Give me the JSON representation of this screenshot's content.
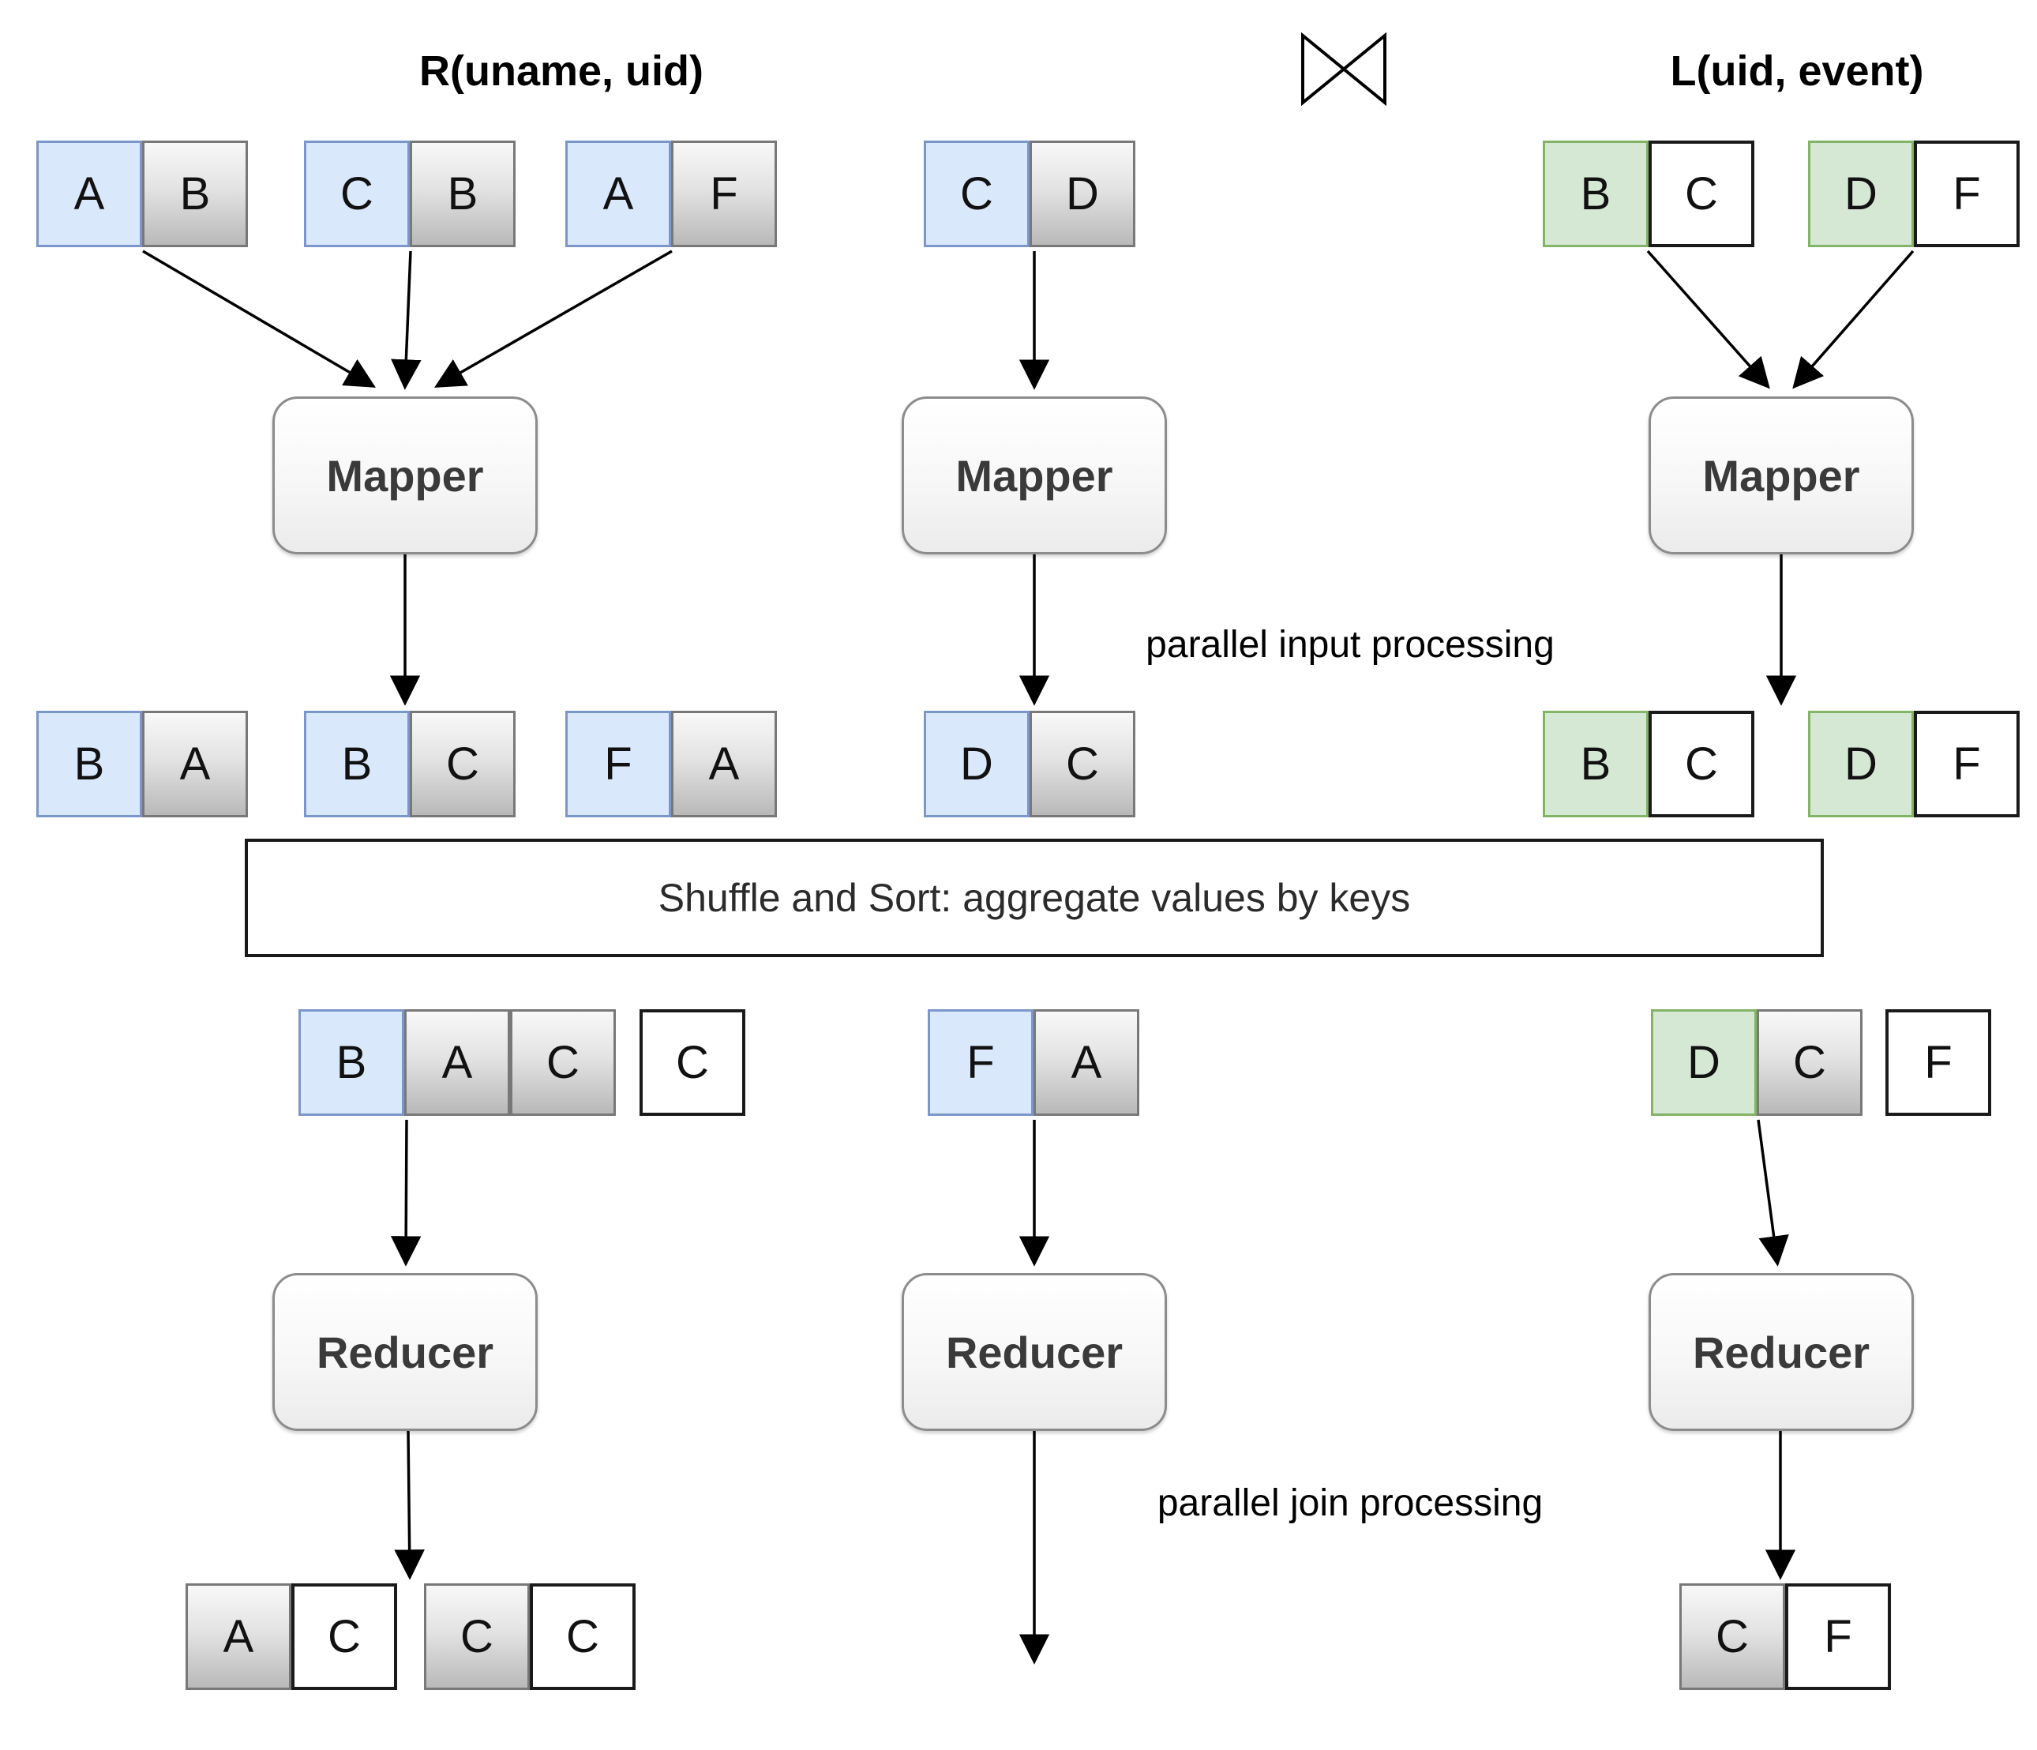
{
  "titles": {
    "left_relation": "R(uname, uid)",
    "right_relation": "L(uid, event)"
  },
  "icons": {
    "join_symbol": "natural-join-bowtie"
  },
  "nodes": {
    "mapper_label": "Mapper",
    "reducer_label": "Reducer"
  },
  "shuffle": {
    "label": "Shuffle and Sort: aggregate values by keys"
  },
  "annotations": {
    "input_processing": "parallel input processing",
    "join_processing": "parallel join processing"
  },
  "colors": {
    "blue_fill": "#dae8fc",
    "blue_stroke": "#7b97c9",
    "green_fill": "#d5e8d4",
    "green_stroke": "#82b366",
    "gray_fill_top": "#f8f8f8",
    "gray_fill_bottom": "#b9b9b9",
    "gray_stroke": "#787878",
    "white_fill": "#ffffff",
    "line_color": "#000000"
  },
  "cells": {
    "row1": {
      "left": [
        [
          "A",
          "B"
        ],
        [
          "C",
          "B"
        ],
        [
          "A",
          "F"
        ]
      ],
      "mid": [
        [
          "C",
          "D"
        ]
      ],
      "right": [
        [
          "B",
          "C"
        ],
        [
          "D",
          "F"
        ]
      ]
    },
    "row2": {
      "left": [
        [
          "B",
          "A"
        ],
        [
          "B",
          "C"
        ],
        [
          "F",
          "A"
        ]
      ],
      "mid": [
        [
          "D",
          "C"
        ]
      ],
      "right": [
        [
          "B",
          "C"
        ],
        [
          "D",
          "F"
        ]
      ]
    },
    "row3": {
      "left_group": [
        "B",
        "A",
        "C"
      ],
      "left_single": "C",
      "mid": [
        "F",
        "A"
      ],
      "right_group": [
        "D",
        "C"
      ],
      "right_single": "F"
    },
    "row4": {
      "left": [
        [
          "A",
          "C"
        ],
        [
          "C",
          "C"
        ]
      ],
      "right": [
        [
          "C",
          "F"
        ]
      ]
    }
  }
}
